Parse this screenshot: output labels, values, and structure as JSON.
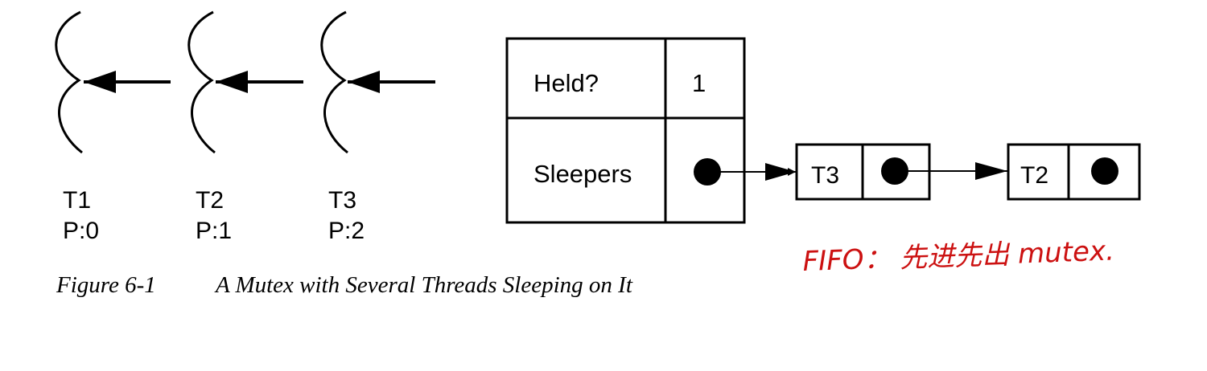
{
  "threads": [
    {
      "name": "T1",
      "priority": "P:0"
    },
    {
      "name": "T2",
      "priority": "P:1"
    },
    {
      "name": "T3",
      "priority": "P:2"
    }
  ],
  "mutex": {
    "held_label": "Held?",
    "held_value": "1",
    "sleepers_label": "Sleepers"
  },
  "sleep_queue": [
    {
      "name": "T3"
    },
    {
      "name": "T2"
    }
  ],
  "caption": {
    "number": "Figure 6-1",
    "title": "A Mutex with Several Threads Sleeping on It"
  },
  "annotation": {
    "text": "FIFO：  先进先出  mutex.",
    "color": "#cc1111"
  },
  "colors": {
    "ink": "#000000"
  }
}
